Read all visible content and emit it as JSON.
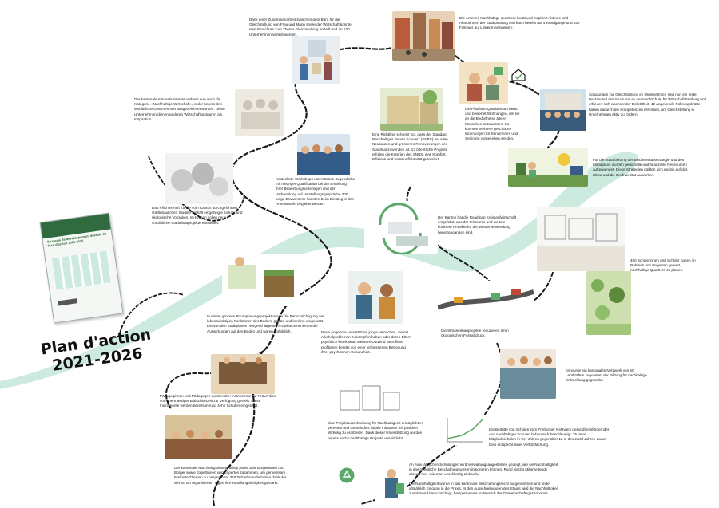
{
  "title": {
    "line1": "Plan d'action",
    "line2": "2021-2026"
  },
  "colors": {
    "ribbon": "#c9e9dc",
    "path": "#1a1a1a",
    "accent_green": "#5aa86a",
    "cover_green": "#2f6b3e"
  },
  "booklet": {
    "heading": "Strategie de développement durable du Plan d'action 2021-2026"
  },
  "texts": {
    "t01": "Dank einer Zusammenarbeit zwischen dem Büro für die\nGleichstellung von Frau und Mann sowie der Wirtschaft konnte\neine Broschüre zum Thema Gleichstellung erstellt und an 530\nUnternehmen verteilt werden.",
    "t02": "Die Antenne Nachhaltige Quartiere berät und inspiriert Akteure und\nAkteurinnen der Stadtplanung und kann bereits auf 4 Rundgänge und 450\nFollower auf LinkedIn verweisen.",
    "t03": "Der kantonale Innovationspreis umfasst nun auch die\nKategorie «Nachhaltige Wirtschaft», in der bereits drei\nvorbildliche Unternehmen ausgezeichnet wurden. Diese\nUnternehmen dienen anderen Wirtschaftsakteuren als\nInspiration.",
    "t04": "Die Plattform Qualidomum berät\nund bewertet Wohnungen, um sie\nan die Bedürfnisse älterer\nMenschen anzupassen. So\nkonnten mehrere geschätzte\nWohnungen für Seniorinnen und\nSenioren vorgesehen werden.",
    "t05": "Schulungen zur Gleichstellung im Unternehmen sind nun ein fester\nBestandteil des Studiums an der Hochschule für Wirtschaft Freiburg und\nerfreuen sich wachsender Beliebtheit. 42 angehende Führungskräfte\nhaben dadurch die Kompetenzen erworben, um Gleichstellung in\nUnternehmen aktiv zu fördern.",
    "t06": "Eine Richtlinie schreibt vor, dass der Standard\nNachhaltiges Bauen Schweiz (SNBS) bei allen\nNeubauten und grösseren Renovierungen des\nStaats anzuwenden ist. 13 öffentliche Projekte\nerfüllen die Kriterien des SNBS, was Komfort,\nEffizienz und Kosteneffektivität garantiert.",
    "t07": "Für die Ausarbeitung der Biodiversitätsstrategie und des\nKlimaplans wurden personelle und finanzielle Ressourcen\naufgewendet. Diese Strategien dürften sich positiv auf das\nKlima und die Biodiversität auswirken.",
    "t08": "Kostenlose Workshops unterstützen Jugendliche\nmit niedriger Qualifikation bei der Erstellung\nihrer Bewerbungsunterlagen und der\nVorbereitung auf Vorstellungsgespräche.300\njunge Erwachsene konnten beim Einstieg in den\nArbeitsmarkt begleitet werden.",
    "t09": "Das Pflichtenheft für die vom Kanton durchgeführten\nstädtebaulichen Studien enthält eingezeigte soziale und\nökologische Vorgaben. Im Kanton sollen neue\nvorbildliche Städtebauprojekte entstehen.",
    "t10": "Der Kanton hat die Roadmap Kreislaufwirtschaft\neingeführt, aus der FriSource und weitere\nkonkrete Projekte für die Wiederverwendung\nhervorgegangen sind.",
    "t11": "480 Schülerinnen und Schüler haben im\nRahmen von Projekten geleert,\nnachhaltige Quartiere zu planen.",
    "t12": "In einem grossen Raumplanungsprojekt wurde die Berücksichtigung der\nlebenswichtigen Funktionen des Bodens geklärt und konkret umgesetzt.\nDie von den Stadtplanern vorgeschlagenen Projekte minimierten die\nAuswirkungen auf den Boden und waren vorbildlich.",
    "t13": "Neue Angebote unterstützen junge Menschen, die mit\nAlkoholproblemen zu kämpfen haben oder deren Eltern\npsychisch krank sind. Mehrere Dutzend Betroffene\nprofitieren bereits von einer verbesserten Betreuung\nihrer psychischen Gesundheit.",
    "t14": "Die Strassenbauprojekte reduzieren ihren\nökologischen Fussabdruck.",
    "t15": "Es wurde ein kantonales Netzwerk von 50\nLehrkräften zugunsten der Bildung für nachhaltige\nEntwicklung gegründet.",
    "t16": "Pädagoginnen und Pädagogen werden drei Instrumente zur Prävention\nvon übermässiger Bildschirmzeit zur Verfügung gestellt. Diese\nInstrumente werden bereits in rund zehn Schulen eingesetzt.",
    "t17": "Eine Projektausschreibung für Nachhaltigkeit ermöglicht es\nVereinen und Gemeinden, lokale Initiativen mit positiver\nWirkung zu erarbeiten. Dank dieser Unterstützung wurden\nbereits sechs nachhaltige Projekte verwirklicht.",
    "t18": "Die Beitritte von Schulen zum Freiburger Netzwerk gesundheitsfördernder\nund nachhaltiger Schulen haben sich beschleunigt: 25 neue\nMitgliedsschulen in vier Jahren gegenüber 12 in den zwölf Jahren davor.\nDies entspricht einer Verfünffachung.",
    "t19": "Der kantonale Nachhaltigkeitstag bringt jedes Jahr Bürgerinnen und\nBürger sowie Expertinnen und Experten zusammen, um gemeinsam\nkonkrete Themen zu besprechen. 350 Teilnehmende haben dank der\nvier schon organisierten Tagen ihre Handlungsfähigkeit gestärkt.",
    "t20": "An zwei jährlichen Schulungen wird Verwaltungsangestellten gezeigt, wie sie Nachhaltigkeit\nin das öffentliche Beschaffungswesen integrieren können. Rund vierzig Mitarbeitende\nwissen nun, wie man «nachhaltig einkauft».",
    "t21": "Die Nachhaltigkeit wurde in das kantonale Beschaffungsrecht aufgenommen und findet\nallmählich Eingang in die Praxis. In den Ausschreibungen des Staats wird die Nachhaltigkeit\nzunehmend berücksichtigt, beispielsweise im Bereich der Gemeinschaftsgastronomie."
  },
  "icons": [
    "house-icon",
    "recycle-icon"
  ]
}
